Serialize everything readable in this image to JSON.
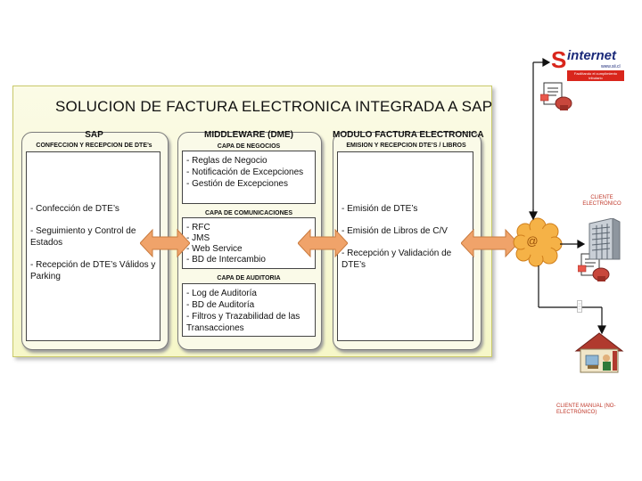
{
  "title": "SOLUCION DE FACTURA ELECTRONICA INTEGRADA A SAP",
  "sap": {
    "title": "SAP",
    "subtitle": "CONFECCION Y RECEPCION DE DTE’s",
    "items": [
      "Confección de DTE’s",
      "Seguimiento y Control de Estados",
      "Recepción de DTE’s  Válidos y Parking"
    ]
  },
  "middleware": {
    "title": "MIDDLEWARE (DME)",
    "negocios": {
      "title": "CAPA DE NEGOCIOS",
      "items": [
        "Reglas de Negocio",
        "Notificación de Excepciones",
        "Gestión de Excepciones"
      ]
    },
    "comunicaciones": {
      "title": "CAPA DE COMUNICACIONES",
      "items": [
        "RFC",
        "JMS",
        "Web Service",
        "BD de Intercambio"
      ]
    },
    "auditoria": {
      "title": "CAPA DE AUDITORIA",
      "items": [
        "Log de Auditoría",
        "BD de Auditoría",
        "Filtros y Trazabilidad de las Transacciones"
      ]
    }
  },
  "modulo": {
    "title": "MODULO FACTURA ELECTRONICA",
    "subtitle": "EMISION Y RECEPCION DTE’S / LIBROS",
    "items": [
      "Emisión de DTE’s",
      "Emisión de Libros de C/V",
      "Recepción y Validación de DTE’s"
    ]
  },
  "internet_symbol": "@",
  "sii": {
    "logo_text": "internet",
    "url": "www.sii.cl",
    "tagline": "Facilitando el cumplimiento tributario"
  },
  "cliente_electronico": "CLIENTE ELECTRÓNICO",
  "cliente_manual": "CLIENTE MANUAL (NO- ELECTRÓNICO)",
  "colors": {
    "arrow": "#f0a36a",
    "cloud": "#f5b247",
    "sii_red": "#d9261c",
    "house_roof": "#b03a2e"
  }
}
